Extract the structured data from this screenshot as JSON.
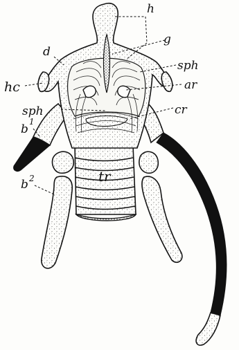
{
  "labels": {
    "h": "h",
    "g": "g",
    "sph_upper": "sph",
    "d": "d",
    "hc": "hc",
    "ar": "ar",
    "sph_lower": "sph",
    "cr": "cr",
    "b1": "b",
    "b1_sup": "1",
    "b2": "b",
    "b2_sup": "2",
    "tr": "tr"
  },
  "colors": {
    "ink": "#111111",
    "paper": "#fdfdfb"
  }
}
